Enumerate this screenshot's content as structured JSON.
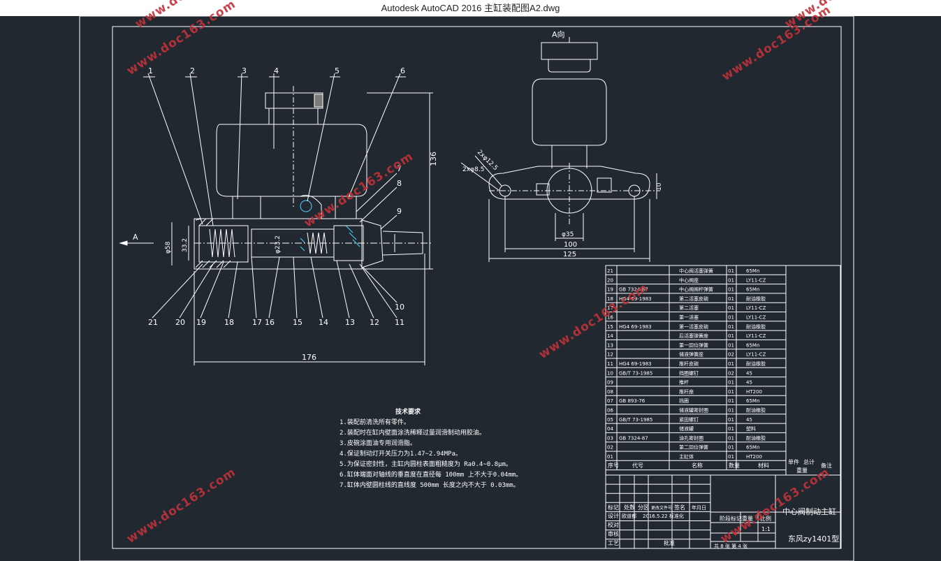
{
  "window": {
    "title": "Autodesk AutoCAD 2016     主缸装配图A2.dwg"
  },
  "watermark": "www.doc163.com",
  "view_label": "A向",
  "section_arrow": "A",
  "leaders_top": [
    "1",
    "2",
    "3",
    "4",
    "5",
    "6"
  ],
  "leaders_right": [
    "7",
    "8",
    "9",
    "10",
    "11"
  ],
  "leaders_bottom": [
    "21",
    "20",
    "19",
    "18",
    "17",
    "16",
    "15",
    "14",
    "13",
    "12"
  ],
  "dims": {
    "overall_len": "176",
    "height": "136",
    "dia_outer": "φ58",
    "dia_inner": "33.2",
    "dia_mid": "φ23.2",
    "side_holes": "2xφ12.5",
    "side_holes2": "2xφ8.5",
    "d35": "φ35",
    "w100": "100",
    "w125": "125",
    "h10": "10"
  },
  "notes": {
    "heading": "技术要求",
    "lines": [
      "1.装配前清洗所有零件。",
      "2.装配时在缸内壁面涂洗稀释过量润滑制动用胶油。",
      "3.皮碗涂面油专用润滑脂。",
      "4.保证制动灯开关压力为1.47~2.94MPa。",
      "5.为保证密封性，主缸内圆柱表面粗糙度为 Ra0.4~0.8μm。",
      "6.缸体端面对轴线的垂直度在直径每 100mm 上不大于0.04mm。",
      "7.缸体内壁圆柱线的直线度 500mm 长度之内不大于 0.03mm。"
    ]
  },
  "bom": {
    "rows": [
      [
        "21",
        "",
        "中心阀活塞弹簧",
        "01",
        "65Mn"
      ],
      [
        "20",
        "",
        "中心阀座",
        "01",
        "LY11-CZ"
      ],
      [
        "19",
        "GB 7324-87",
        "中心阀阀杆弹簧",
        "01",
        "65Mn"
      ],
      [
        "18",
        "HG4 69-1983",
        "第二活塞皮碗",
        "01",
        "耐油橡胶"
      ],
      [
        "17",
        "",
        "第二活塞",
        "01",
        "LY11-CZ"
      ],
      [
        "16",
        "",
        "第一活塞",
        "01",
        "LY11-CZ"
      ],
      [
        "15",
        "HG4 69-1983",
        "第一活塞皮碗",
        "01",
        "耐油橡胶"
      ],
      [
        "14",
        "",
        "后活塞弹簧座",
        "01",
        "LY11-CZ"
      ],
      [
        "13",
        "",
        "第一回位弹簧",
        "01",
        "65Mn"
      ],
      [
        "12",
        "",
        "储液弹簧座",
        "02",
        "LY11-CZ"
      ],
      [
        "11",
        "HG4 69-1983",
        "推杆皮碗",
        "01",
        "耐油橡胶"
      ],
      [
        "10",
        "GB/T 73-1985",
        "挡圈螺钉",
        "02",
        "45"
      ],
      [
        "09",
        "",
        "推杆",
        "01",
        "45"
      ],
      [
        "08",
        "",
        "推杆座",
        "01",
        "HT200"
      ],
      [
        "07",
        "GB 893-76",
        "挡圈",
        "01",
        "65Mn"
      ],
      [
        "06",
        "",
        "储液罐密封圈",
        "01",
        "耐油橡胶"
      ],
      [
        "05",
        "GB/T 73-1985",
        "紧固螺钉",
        "01",
        "45"
      ],
      [
        "04",
        "",
        "储液罐",
        "01",
        "塑料"
      ],
      [
        "03",
        "GB 7324-87",
        "油孔密封圈",
        "01",
        "耐油橡胶"
      ],
      [
        "02",
        "",
        "第二回位弹簧",
        "01",
        "65Mn"
      ],
      [
        "01",
        "",
        "主缸体",
        "01",
        "HT200"
      ]
    ],
    "header": {
      "no": "序号",
      "code": "代号",
      "name": "名称",
      "qty": "数量",
      "material": "材料",
      "unit_w": "单件",
      "total_w": "总计",
      "weight": "重量",
      "remark": "备注"
    }
  },
  "titleblock": {
    "product": "中心阀制动主缸",
    "drawing_no": "东风zy1401型",
    "scale_label": "比例",
    "scale": "1:1",
    "weight_label": "重量",
    "stage_label": "阶段标记",
    "sheet": "共 8 张  第 4 张",
    "r_mark": "标记",
    "r_count": "处数",
    "r_zone": "分区",
    "r_doc": "更改文件号",
    "r_sign": "签名",
    "r_date": "年月日",
    "r_design": "设计",
    "r_designer": "欧道都",
    "r_ddate": "2016.5.22",
    "r_std": "标准化",
    "r_check": "校对",
    "r_review": "审核",
    "r_process": "工艺",
    "r_approve": "批准"
  }
}
